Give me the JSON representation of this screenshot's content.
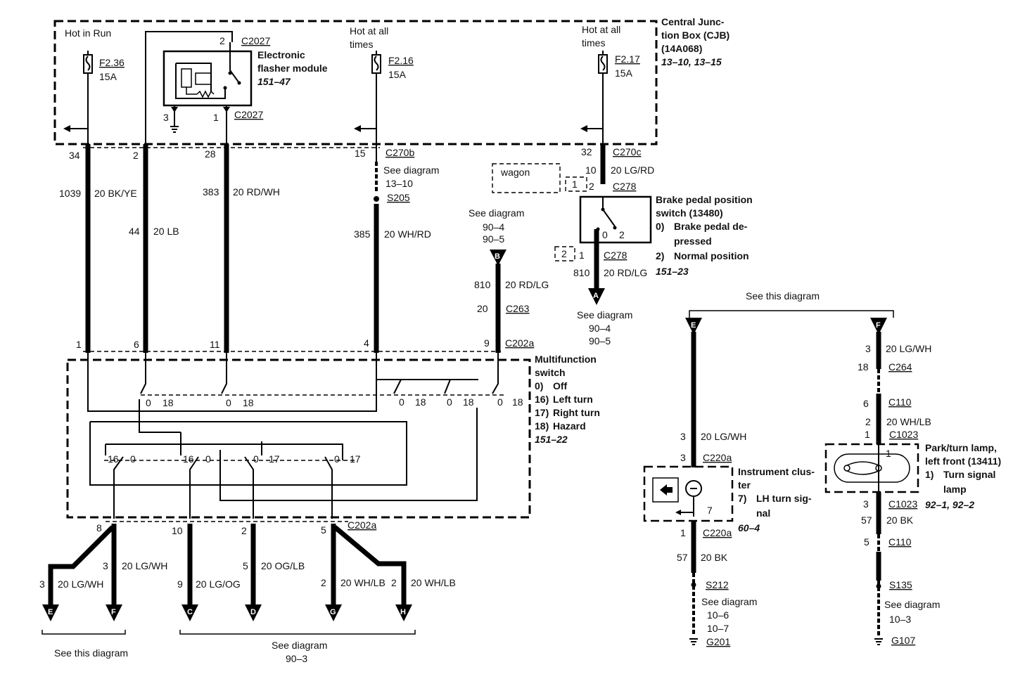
{
  "cjb": {
    "title": [
      "Central Junc-",
      "tion Box (CJB)",
      "(14A068)"
    ],
    "ref": "13–10, 13–15"
  },
  "fuses": {
    "f236": {
      "label": "F2.36",
      "rating": "15A",
      "hot": [
        "Hot in Run"
      ]
    },
    "f216": {
      "label": "F2.16",
      "rating": "15A",
      "hot": [
        "Hot at all",
        "times"
      ]
    },
    "f217": {
      "label": "F2.17",
      "rating": "15A",
      "hot": [
        "Hot at all",
        "times"
      ]
    }
  },
  "flasher": {
    "title": [
      "Electronic",
      "flasher module"
    ],
    "ref": "151–47",
    "connector": "C2027",
    "pins": [
      "2",
      "3",
      "1"
    ]
  },
  "wires": {
    "w1039": {
      "pin": "34",
      "circuit": "1039",
      "color": "20 BK/YE",
      "sw_pin": "1"
    },
    "w44": {
      "pin": "2",
      "circuit": "44",
      "color": "20 LB",
      "sw_pin": "6"
    },
    "w383": {
      "pin": "28",
      "circuit": "383",
      "color": "20 RD/WH",
      "sw_pin": "11"
    },
    "w385": {
      "pin": "15",
      "connector": "C270b",
      "see": [
        "See diagram",
        "13–10"
      ],
      "splice": "S205",
      "circuit": "385",
      "color": "20 WH/RD",
      "sw_pin": "4"
    },
    "w810": {
      "see": [
        "See diagram",
        "90–4",
        "90–5"
      ],
      "conn": "B",
      "circuit": "810",
      "color": "20 RD/LG",
      "pin_c263": "20",
      "c263": "C263",
      "sw_pin": "9",
      "c202a": "C202a"
    }
  },
  "brake": {
    "pin_c270c": "32",
    "c270c": "C270c",
    "pin_c278_top": "10",
    "color_top": "20 LG/RD",
    "pin_c278_2": "2",
    "c278": "C278",
    "wagon": "wagon",
    "wagon_box": "1",
    "box2": "2",
    "box2_pin": "1",
    "c278_bottom": "C278",
    "circuit": "810",
    "color": "20 RD/LG",
    "switch_pos": [
      "0",
      "2"
    ],
    "conn": "A",
    "see": [
      "See diagram",
      "90–4",
      "90–5"
    ],
    "title": [
      "Brake pedal position",
      "switch (13480)"
    ],
    "states": [
      {
        "num": "0)",
        "text": [
          "Brake pedal de-",
          "pressed"
        ]
      },
      {
        "num": "2)",
        "text": [
          "Normal position"
        ]
      }
    ],
    "ref": "151–23"
  },
  "mfs": {
    "title": [
      "Multifunction",
      "switch"
    ],
    "states": [
      {
        "num": "0)",
        "text": "Off"
      },
      {
        "num": "16)",
        "text": "Left turn"
      },
      {
        "num": "17)",
        "text": "Right turn"
      },
      {
        "num": "18)",
        "text": "Hazard"
      }
    ],
    "ref": "151–22",
    "pos_top": [
      "0",
      "18",
      "0",
      "18",
      "0",
      "18",
      "0",
      "18",
      "0",
      "18"
    ],
    "pos_bot": [
      "16",
      "0",
      "16",
      "0",
      "0",
      "17",
      "0",
      "17"
    ]
  },
  "outputs": {
    "c202a": "C202a",
    "o8": {
      "pin": "8",
      "left_pin": "3",
      "left_color": "20 LG/WH",
      "left_conn": "E",
      "right_pin": "3",
      "right_color": "20 LG/WH",
      "right_conn": "F"
    },
    "o10": {
      "pin": "10",
      "pin2": "9",
      "color": "20 LG/OG",
      "conn": "C"
    },
    "o2": {
      "pin": "2",
      "pin2": "5",
      "color": "20 OG/LB",
      "conn": "D"
    },
    "o5": {
      "pin": "5",
      "left_pin": "2",
      "left_color": "20 WH/LB",
      "left_conn": "G",
      "right_pin": "2",
      "right_color": "20 WH/LB",
      "right_conn": "H"
    },
    "see_left": "See this diagram",
    "see_right": [
      "See diagram",
      "90–3"
    ]
  },
  "right_section": {
    "see_top": "See this diagram",
    "e": {
      "conn": "E",
      "pin_a": "3",
      "color_a": "20 LG/WH",
      "pin_c220a": "3",
      "c220a": "C220a",
      "pin7": "7",
      "pin_c220a_b": "1",
      "c220a_b": "C220a",
      "circuit": "57",
      "color_b": "20 BK",
      "splice": "S212",
      "see": [
        "See diagram",
        "10–6",
        "10–7"
      ],
      "ground": "G201",
      "cluster_title": [
        "Instrument clus-",
        "ter"
      ],
      "cluster_item": {
        "num": "7)",
        "text": [
          "LH turn sig-",
          "nal"
        ]
      },
      "ref": "60–4"
    },
    "f": {
      "conn": "F",
      "pin_a": "3",
      "color_a": "20 LG/WH",
      "pin_c264": "18",
      "c264": "C264",
      "pin_c110": "6",
      "c110": "C110",
      "pin_wh": "2",
      "color_wh": "20 WH/LB",
      "pin_c1023": "1",
      "c1023": "C1023",
      "lamp_pin": "1",
      "pin_c1023_b": "3",
      "c1023_b": "C1023",
      "circuit": "57",
      "color_b": "20 BK",
      "pin_c110_b": "5",
      "c110_b": "C110",
      "splice": "S135",
      "see": [
        "See diagram",
        "10–3"
      ],
      "ground": "G107",
      "lamp_title": [
        "Park/turn lamp,",
        "left front (13411)"
      ],
      "lamp_item": {
        "num": "1)",
        "text": [
          "Turn signal",
          "lamp"
        ]
      },
      "ref": "92–1, 92–2"
    }
  }
}
